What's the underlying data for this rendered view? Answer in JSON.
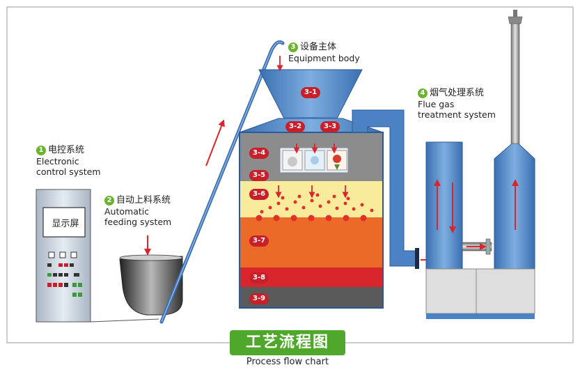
{
  "sections": {
    "s1": {
      "number": "1",
      "cn": "电控系统",
      "en1": "Electronic",
      "en2": "control system"
    },
    "s2": {
      "number": "2",
      "cn": "自动上料系统",
      "en1": "Automatic",
      "en2": "feeding system"
    },
    "s3": {
      "number": "3",
      "cn": "设备主体",
      "en1": "Equipment body"
    },
    "s4": {
      "number": "4",
      "cn": "烟气处理系统",
      "en1": "Flue gas",
      "en2": "treatment system"
    }
  },
  "control_panel": {
    "screen_label": "显示屏"
  },
  "zones": {
    "z31": "3-1",
    "z32": "3-2",
    "z33": "3-3",
    "z34": "3-4",
    "z35": "3-5",
    "z36": "3-6",
    "z37": "3-7",
    "z38": "3-8",
    "z39": "3-9"
  },
  "title": {
    "cn": "工艺流程图",
    "en": "Process flow chart"
  },
  "colors": {
    "blue": "#4a82c4",
    "yellow": "#f8eb9c",
    "orange": "#ec6a28",
    "red": "#d8262c",
    "grey": "#8c8c8c",
    "arrow": "#d8262c",
    "green": "#4fa82c"
  }
}
